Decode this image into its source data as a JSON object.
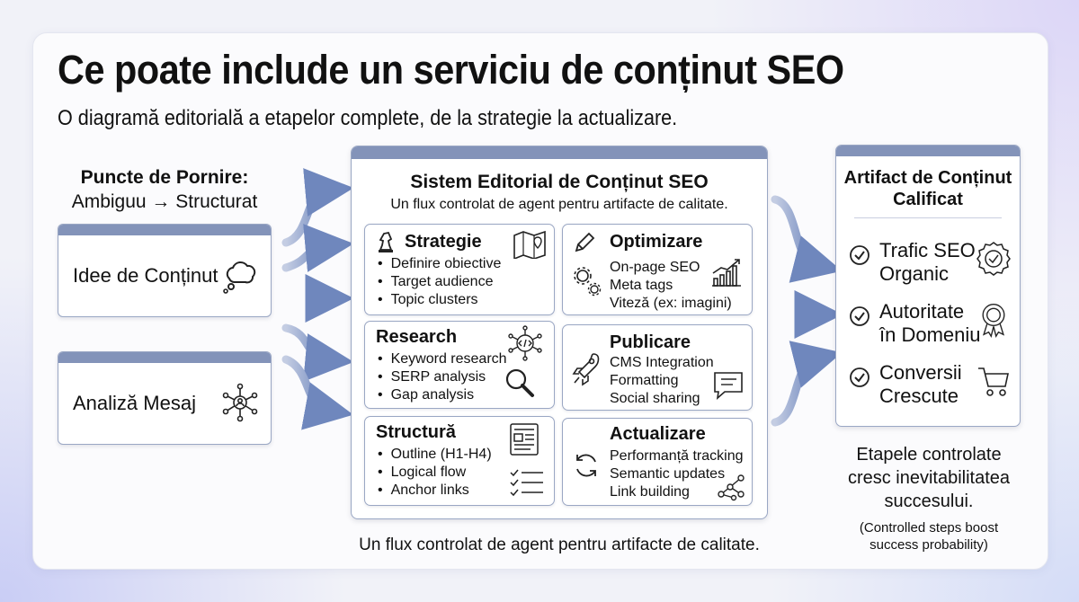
{
  "title": "Ce poate include un serviciu de conținut SEO",
  "subtitle": "O diagramă editorială a etapelor complete, de la strategie la actualizare.",
  "start": {
    "heading": "Puncte de Pornire:",
    "subheading": "Ambiguu → Structurat",
    "inputs": [
      {
        "label": "Idee de Conținut",
        "icon": "thought-cloud-icon"
      },
      {
        "label": "Analiză Mesaj",
        "icon": "network-person-icon"
      }
    ]
  },
  "system": {
    "title": "Sistem Editorial de Conținut SEO",
    "subtitle": "Un flux controlat de agent pentru artifacte de calitate.",
    "modules": [
      {
        "title": "Strategie",
        "items": [
          "Definire obiective",
          "Target audience",
          "Topic clusters"
        ],
        "icon": "map-icon",
        "title_icon": "chess-knight-icon"
      },
      {
        "title": "Optimizare",
        "items": [
          "On-page SEO",
          "Meta tags",
          "Viteză (ex: imagini)"
        ],
        "icon": "growth-chart-icon",
        "title_icon": "pencil-icon"
      },
      {
        "title": "Research",
        "items": [
          "Keyword research",
          "SERP analysis",
          "Gap analysis"
        ],
        "icon": "code-network-icon",
        "icon2": "magnifier-icon"
      },
      {
        "title": "Publicare",
        "items": [
          "CMS Integration",
          "Formatting",
          "Social sharing"
        ],
        "icon": "rocket-icon",
        "icon2": "chat-icon"
      },
      {
        "title": "Structură",
        "items": [
          "Outline (H1-H4)",
          "Logical flow",
          "Anchor links"
        ],
        "icon": "document-icon",
        "icon2": "checklist-icon"
      },
      {
        "title": "Actualizare",
        "items": [
          "Performanță tracking",
          "Semantic updates",
          "Link building"
        ],
        "icon": "refresh-icon",
        "icon2": "link-graph-icon"
      }
    ]
  },
  "bottom_caption": "Un flux controlat de agent pentru artifacte de calitate.",
  "output": {
    "title": "Artifact de Conținut Calificat",
    "items": [
      {
        "label": "Trafic SEO Organic",
        "icon": "badge-icon"
      },
      {
        "label": "Autoritate în Domeniu",
        "icon": "medal-icon"
      },
      {
        "label": "Conversii Crescute",
        "icon": "cart-icon"
      }
    ]
  },
  "conclusion": "Etapele controlate cresc inevitabilitatea succesului.",
  "note": "(Controlled steps boost success probability)"
}
